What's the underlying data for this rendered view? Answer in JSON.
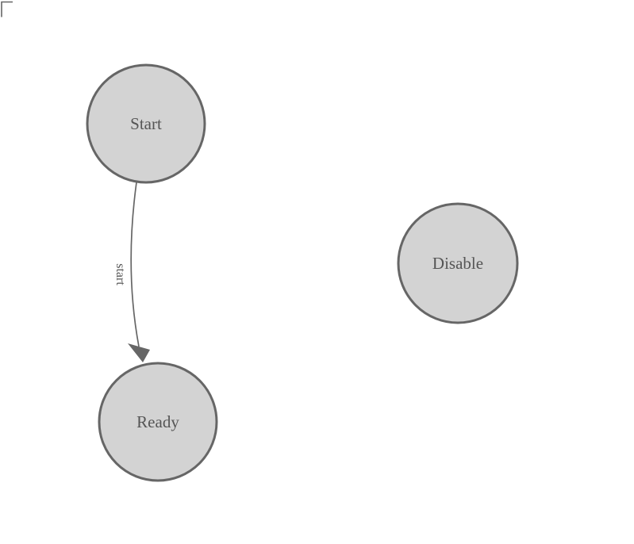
{
  "diagram": {
    "type": "state-machine",
    "nodes": [
      {
        "label": "Start"
      },
      {
        "label": "Ready"
      },
      {
        "label": "Disable"
      }
    ],
    "edges": [
      {
        "from": "Start",
        "to": "Ready",
        "label": "start"
      }
    ]
  },
  "colors": {
    "background": "#ffffff",
    "node_fill": "#d3d3d3",
    "node_stroke": "#666666",
    "edge_stroke": "#666666",
    "node_label_text": "#555555",
    "edge_label_text": "#555555",
    "corner_mark": "#666666"
  }
}
